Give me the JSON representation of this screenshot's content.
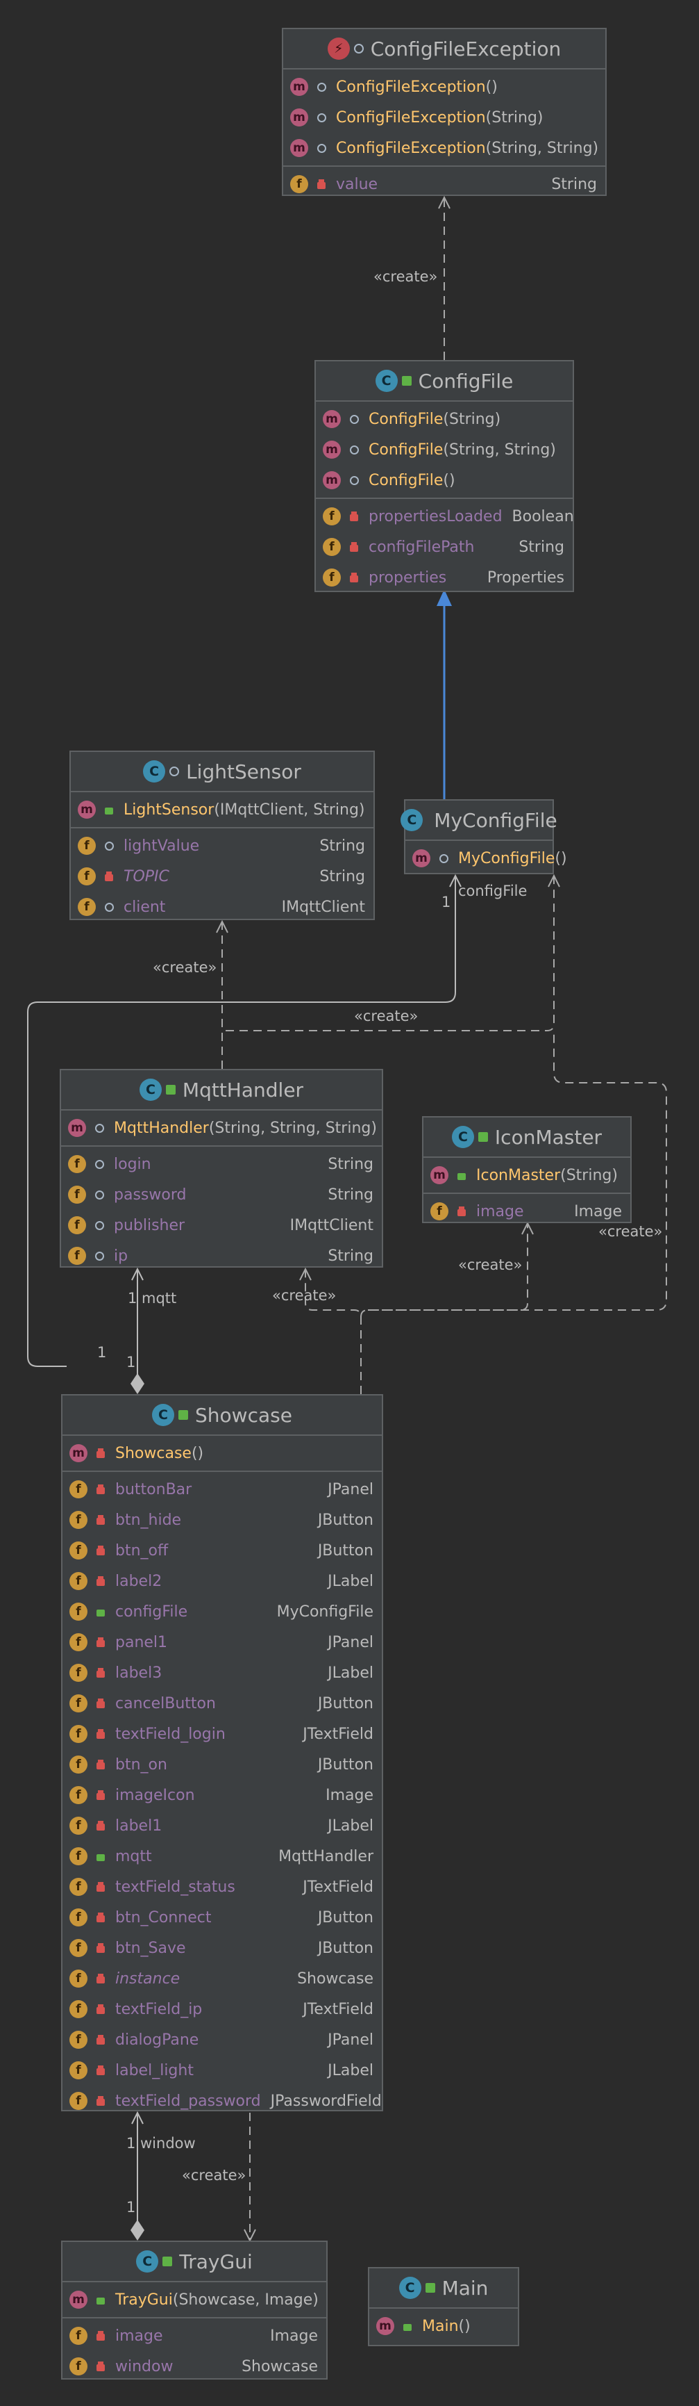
{
  "classes": {
    "configFileException": {
      "name": "ConfigFileException",
      "methods": [
        {
          "name": "ConfigFileException",
          "args": "()"
        },
        {
          "name": "ConfigFileException",
          "args": "(String)"
        },
        {
          "name": "ConfigFileException",
          "args": "(String, String)"
        }
      ],
      "fields": [
        {
          "name": "value",
          "type": "String"
        }
      ]
    },
    "configFile": {
      "name": "ConfigFile",
      "methods": [
        {
          "name": "ConfigFile",
          "args": "(String)"
        },
        {
          "name": "ConfigFile",
          "args": "(String, String)"
        },
        {
          "name": "ConfigFile",
          "args": "()"
        }
      ],
      "fields": [
        {
          "name": "propertiesLoaded",
          "type": "Boolean"
        },
        {
          "name": "configFilePath",
          "type": "String"
        },
        {
          "name": "properties",
          "type": "Properties"
        }
      ]
    },
    "lightSensor": {
      "name": "LightSensor",
      "methods": [
        {
          "name": "LightSensor",
          "args": "(IMqttClient, String)"
        }
      ],
      "fields": [
        {
          "name": "lightValue",
          "type": "String"
        },
        {
          "name": "TOPIC",
          "type": "String"
        },
        {
          "name": "client",
          "type": "IMqttClient"
        }
      ]
    },
    "myConfigFile": {
      "name": "MyConfigFile",
      "methods": [
        {
          "name": "MyConfigFile",
          "args": "()"
        }
      ]
    },
    "mqttHandler": {
      "name": "MqttHandler",
      "methods": [
        {
          "name": "MqttHandler",
          "args": "(String, String, String)"
        }
      ],
      "fields": [
        {
          "name": "login",
          "type": "String"
        },
        {
          "name": "password",
          "type": "String"
        },
        {
          "name": "publisher",
          "type": "IMqttClient"
        },
        {
          "name": "ip",
          "type": "String"
        }
      ]
    },
    "iconMaster": {
      "name": "IconMaster",
      "methods": [
        {
          "name": "IconMaster",
          "args": "(String)"
        }
      ],
      "fields": [
        {
          "name": "image",
          "type": "Image"
        }
      ]
    },
    "showcase": {
      "name": "Showcase",
      "methods": [
        {
          "name": "Showcase",
          "args": "()"
        }
      ],
      "fields": [
        {
          "name": "buttonBar",
          "type": "JPanel"
        },
        {
          "name": "btn_hide",
          "type": "JButton"
        },
        {
          "name": "btn_off",
          "type": "JButton"
        },
        {
          "name": "label2",
          "type": "JLabel"
        },
        {
          "name": "configFile",
          "type": "MyConfigFile"
        },
        {
          "name": "panel1",
          "type": "JPanel"
        },
        {
          "name": "label3",
          "type": "JLabel"
        },
        {
          "name": "cancelButton",
          "type": "JButton"
        },
        {
          "name": "textField_login",
          "type": "JTextField"
        },
        {
          "name": "btn_on",
          "type": "JButton"
        },
        {
          "name": "imageIcon",
          "type": "Image"
        },
        {
          "name": "label1",
          "type": "JLabel"
        },
        {
          "name": "mqtt",
          "type": "MqttHandler"
        },
        {
          "name": "textField_status",
          "type": "JTextField"
        },
        {
          "name": "btn_Connect",
          "type": "JButton"
        },
        {
          "name": "btn_Save",
          "type": "JButton"
        },
        {
          "name": "instance",
          "type": "Showcase"
        },
        {
          "name": "textField_ip",
          "type": "JTextField"
        },
        {
          "name": "dialogPane",
          "type": "JPanel"
        },
        {
          "name": "label_light",
          "type": "JLabel"
        },
        {
          "name": "textField_password",
          "type": "JPasswordField"
        }
      ]
    },
    "trayGui": {
      "name": "TrayGui",
      "methods": [
        {
          "name": "TrayGui",
          "args": "(Showcase, Image)"
        }
      ],
      "fields": [
        {
          "name": "image",
          "type": "Image"
        },
        {
          "name": "window",
          "type": "Showcase"
        }
      ]
    },
    "main": {
      "name": "Main",
      "methods": [
        {
          "name": "Main",
          "args": "()"
        }
      ]
    }
  },
  "labels": {
    "create": "«create»",
    "config_file": "configFile",
    "mqtt": "mqtt",
    "window": "window",
    "one": "1"
  },
  "colors": {
    "background": "#2b2b2b",
    "box_fill": "#3c3f41",
    "box_border": "#5e6163",
    "inheritance": "#4a88d8",
    "dependency": "#a9a9a9",
    "method_name": "#ffc66d",
    "field_name": "#9876aa"
  },
  "icons": {
    "method": "method-icon",
    "field": "field-icon",
    "class": "class-icon",
    "exception": "exception-class-icon"
  }
}
